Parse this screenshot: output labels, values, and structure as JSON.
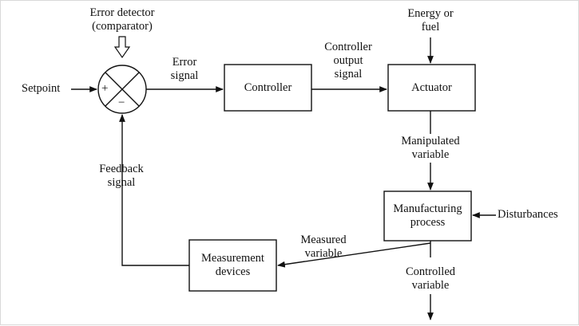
{
  "blocks": {
    "controller": "Controller",
    "actuator": "Actuator",
    "manufacturing_process": [
      "Manufacturing",
      "process"
    ],
    "measurement_devices": [
      "Measurement",
      "devices"
    ]
  },
  "signals": {
    "error_detector": [
      "Error detector",
      "(comparator)"
    ],
    "setpoint": "Setpoint",
    "error_signal": [
      "Error",
      "signal"
    ],
    "controller_output_signal": [
      "Controller",
      "output",
      "signal"
    ],
    "energy_or_fuel": [
      "Energy or",
      "fuel"
    ],
    "manipulated_variable": [
      "Manipulated",
      "variable"
    ],
    "disturbances": "Disturbances",
    "controlled_variable": [
      "Controlled",
      "variable"
    ],
    "measured_variable": [
      "Measured",
      "variable"
    ],
    "feedback_signal": [
      "Feedback",
      "signal"
    ]
  },
  "comparator": {
    "plus": "+",
    "minus": "−"
  },
  "colors": {
    "line": "#111111",
    "background": "#ffffff"
  }
}
